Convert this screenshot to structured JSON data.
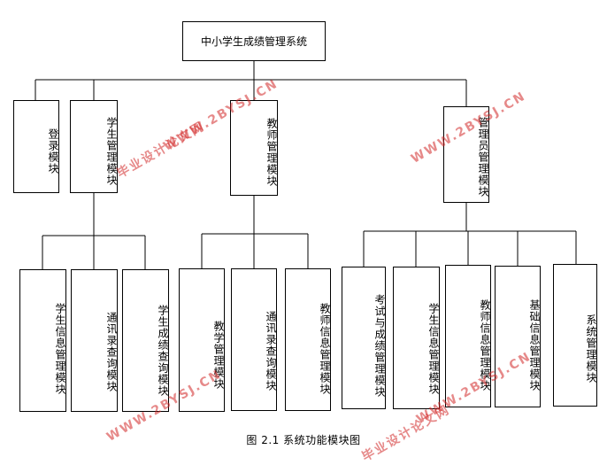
{
  "root": {
    "label": "中小学生成绩管理系统"
  },
  "level1": [
    {
      "label": "登录模块"
    },
    {
      "label": "学生管理模块"
    },
    {
      "label": "教师管理模块"
    },
    {
      "label": "管理员管理模块"
    }
  ],
  "level2": {
    "student": [
      {
        "label": "学生信息管理模块"
      },
      {
        "label": "通讯录查询模块"
      },
      {
        "label": "学生成绩查询模块"
      }
    ],
    "teacher": [
      {
        "label": "教学管理模块"
      },
      {
        "label": "通讯录查询模块"
      },
      {
        "label": "教师信息管理模块"
      }
    ],
    "admin": [
      {
        "label": "考试与成绩管理模块"
      },
      {
        "label": "学生信息管理模块"
      },
      {
        "label": "教师信息管理模块"
      },
      {
        "label": "基础信息管理模块"
      },
      {
        "label": "系统管理模块"
      }
    ]
  },
  "caption": "图 2.1 系统功能模块图",
  "watermarks": {
    "url": "WWW.2BYSJ.CN",
    "site": "毕业设计论文网",
    "color": "#d22828"
  }
}
